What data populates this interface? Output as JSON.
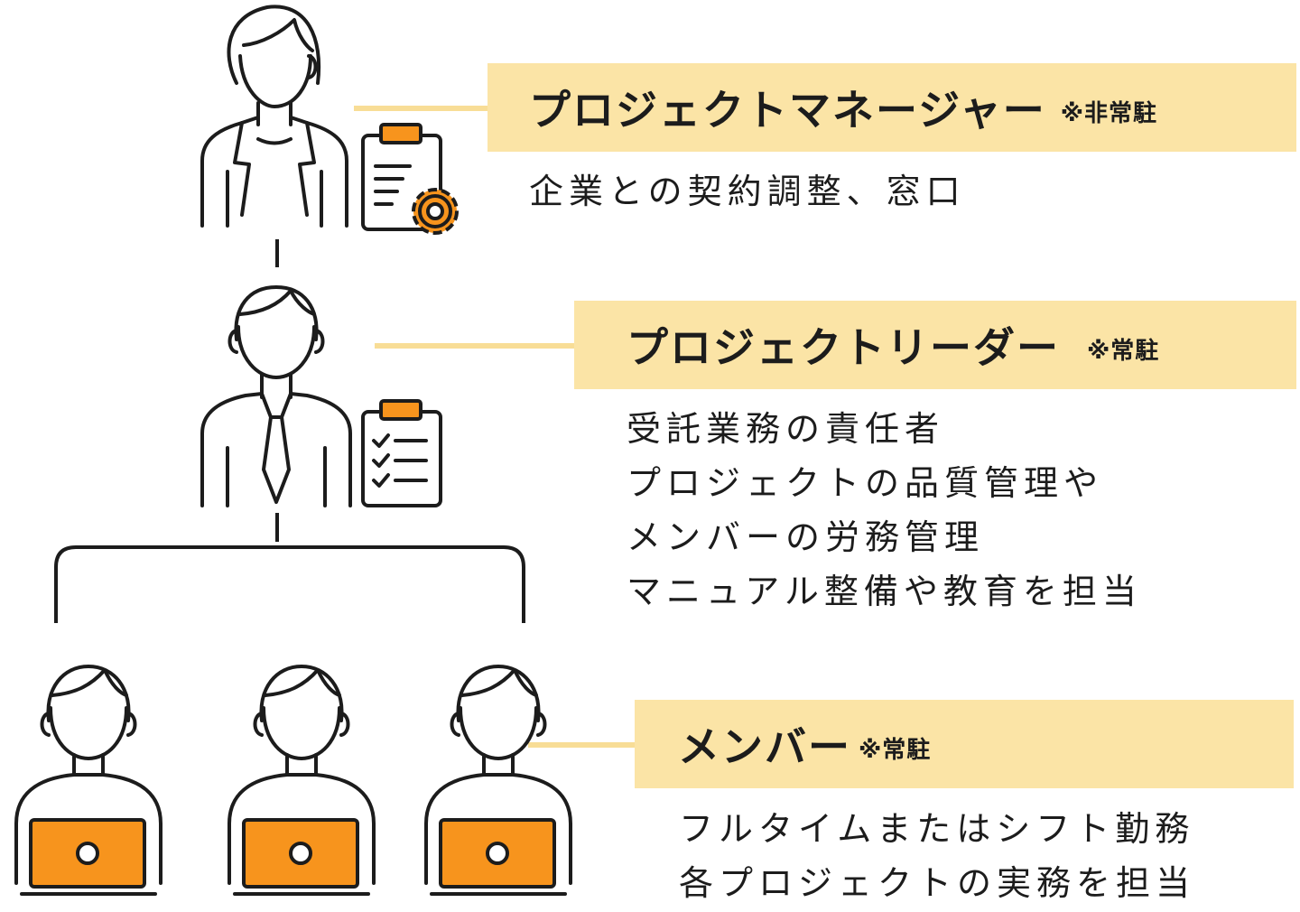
{
  "roles": {
    "manager": {
      "title": "プロジェクトマネージャー",
      "note": "※非常駐",
      "description": [
        "企業との契約調整、窓口"
      ]
    },
    "leader": {
      "title": "プロジェクトリーダー",
      "note": "※常駐",
      "description": [
        "受託業務の責任者",
        "プロジェクトの品質管理や",
        "メンバーの労務管理",
        "マニュアル整備や教育を担当"
      ]
    },
    "member": {
      "title": "メンバー",
      "note": "※常駐",
      "description": [
        "フルタイムまたはシフト勤務",
        "各プロジェクトの実務を担当"
      ]
    }
  },
  "colors": {
    "label_bg": "#fbe4a6",
    "connector": "#f8dd96",
    "accent": "#f7941d",
    "line": "#1c1c1c"
  },
  "icons": [
    "manager-person-icon",
    "settings-clipboard-icon",
    "leader-person-icon",
    "checklist-clipboard-icon",
    "member-laptop-icon"
  ]
}
